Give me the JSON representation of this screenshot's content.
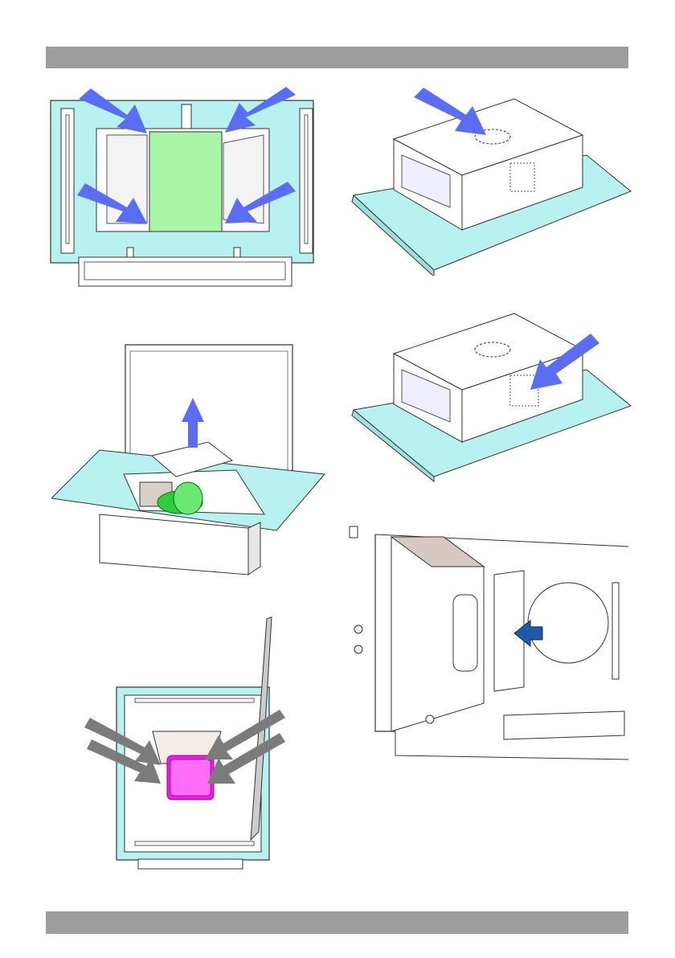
{
  "page": {
    "header_bar_text": "",
    "footer_bar_text": ""
  },
  "figures": [
    {
      "id": "fig1",
      "description_icon": "hood-front-filter-release-arrows"
    },
    {
      "id": "fig2",
      "description_icon": "box-top-arrow"
    },
    {
      "id": "fig3",
      "description_icon": "panel-open-lift-arrow"
    },
    {
      "id": "fig4",
      "description_icon": "box-side-arrow"
    },
    {
      "id": "fig5",
      "description_icon": "interior-panel-arrow"
    },
    {
      "id": "fig6",
      "description_icon": "fan-removal-arrows"
    }
  ],
  "colors": {
    "cyan": "#b7f2f0",
    "blue_arrow": "#5b6ef3",
    "dark_blue_arrow": "#1f5aa8",
    "gray_arrow": "#7b7b7b",
    "green_filter": "#a8f5a8",
    "fan_green": "#2ccf3a",
    "magenta_fan": "#f21ae6",
    "bar_gray": "#9d9d9d"
  }
}
